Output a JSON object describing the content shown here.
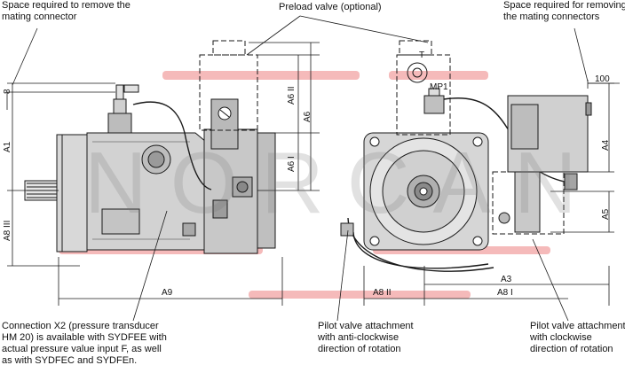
{
  "callouts": {
    "top_left": [
      "Space required to remove the",
      "mating connector"
    ],
    "top_center": "Preload valve (optional)",
    "top_right": [
      "Space required for removing",
      "the mating connectors"
    ],
    "bottom_left": [
      "Connection X2 (pressure transducer",
      "HM 20) is available with SYDFEE with",
      " actual pressure value input F, as well",
      "as with SYDFEC and SYDFEn."
    ],
    "bottom_center": [
      "Pilot valve attachment",
      "with anti-clockwise",
      "direction of rotation"
    ],
    "bottom_right": [
      "Pilot valve attachment",
      "with clockwise",
      "direction of rotation"
    ]
  },
  "dimensions": {
    "A1": "A1",
    "A3": "A3",
    "A4": "A4",
    "A5": "A5",
    "A6": "A6",
    "A6_I": "A6 I",
    "A6_II": "A6 II",
    "A8_I": "A8 I",
    "A8_II": "A8 II",
    "A8_III": "A8 III",
    "A9": "A9",
    "eight": "8",
    "hundred": "100"
  },
  "ports": {
    "T": "T",
    "MP1": "MP1"
  },
  "watermark": "NORCAN",
  "colors": {
    "line": "#1a1a1a",
    "body": "#cfcfcf",
    "body_dark": "#7a7a7a",
    "accent": "#f2a3a3"
  }
}
